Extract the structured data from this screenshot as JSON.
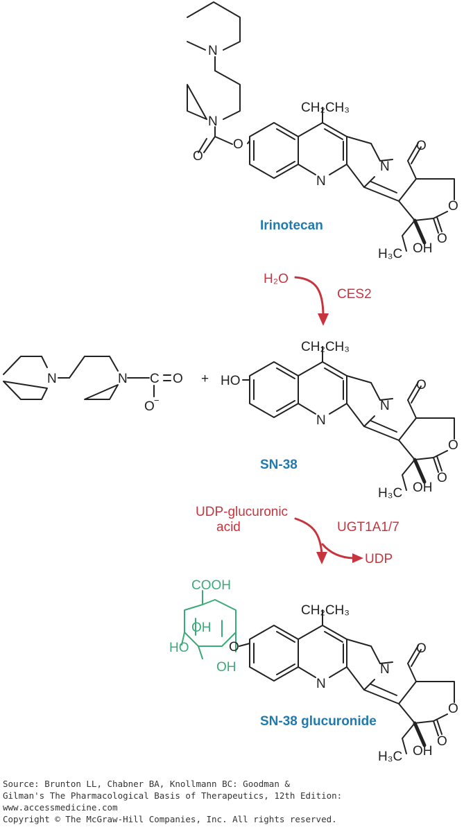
{
  "labels": {
    "nitrogen": "N",
    "oxygen": "O",
    "o_link": "O",
    "ho": "HO",
    "oh": "OH",
    "oh_2": "OH",
    "ho_sugar": "HO",
    "carboxylate_c": "C",
    "carboxylate_o": "O",
    "carboxylate_charge": "−",
    "plus": "+",
    "ethyl": "CH₂CH₃",
    "methyl": "H₃C",
    "cooh": "COOH"
  },
  "compounds": {
    "irinotecan": "Irinotecan",
    "sn38": "SN-38",
    "sn38_glucuronide": "SN-38 glucuronide"
  },
  "steps": {
    "step1": {
      "reagent": "H₂O",
      "enzyme": "CES2"
    },
    "step2": {
      "reagent_line1": "UDP-glucuronic",
      "reagent_line2": "acid",
      "enzyme": "UGT1A1/7",
      "product": "UDP"
    }
  },
  "colors": {
    "compound_label": "#1f7ab0",
    "reaction": "#c8343d",
    "glucuronide": "#3aaa78",
    "structure": "#222222"
  },
  "source": {
    "line1": "Source: Brunton LL, Chabner BA, Knollmann BC: Goodman &",
    "line2": "Gilman's The Pharmacological Basis of Therapeutics, 12th Edition:",
    "line3": "www.accessmedicine.com",
    "line4": "Copyright © The McGraw-Hill Companies, Inc. All rights reserved."
  }
}
